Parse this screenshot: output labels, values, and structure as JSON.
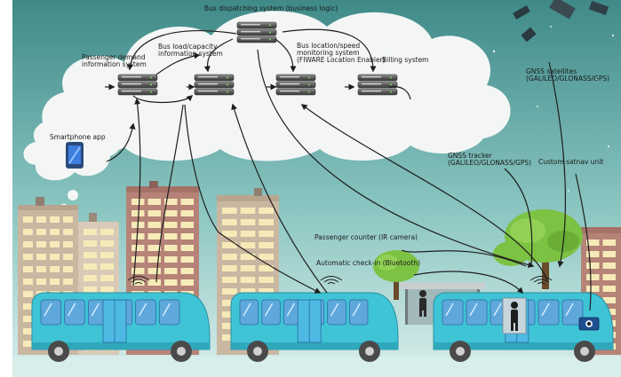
{
  "labels": {
    "dispatch": "Bus dispatching system (business logic)",
    "demand_l1": "Passenger demand",
    "demand_l2": "information system",
    "load_l1": "Bus load/capacity",
    "load_l2": "information system",
    "location_l1": "Bus location/speed",
    "location_l2": "monitoring system",
    "fiware": "(FIWARE Location Enabler)",
    "billing": "Billing system",
    "smartphone": "Smartphone app",
    "gnss_sat_l1": "GNSS satellites",
    "gnss_sat_l2": "(GALILEO/GLONASS/GPS)",
    "gnss_tracker_l1": "GNSS tracker",
    "gnss_tracker_l2": "(GALILEO/GLONASS/GPS)",
    "satnav": "Custom satnav unit",
    "counter": "Passenger counter (IR camera)",
    "checkin": "Automatic check-in (Bluetooth)"
  },
  "colors": {
    "sky_top": "#3f8a88",
    "sky_bottom": "#cfe9e6",
    "cloud": "#f4f6f6",
    "bus_body": "#3fc4d6",
    "bus_window": "#5ea8dc",
    "building_beige": "#c9b7a2",
    "building_brick": "#b58377",
    "tree": "#7cc243",
    "arrow": "#1e1e1e"
  }
}
